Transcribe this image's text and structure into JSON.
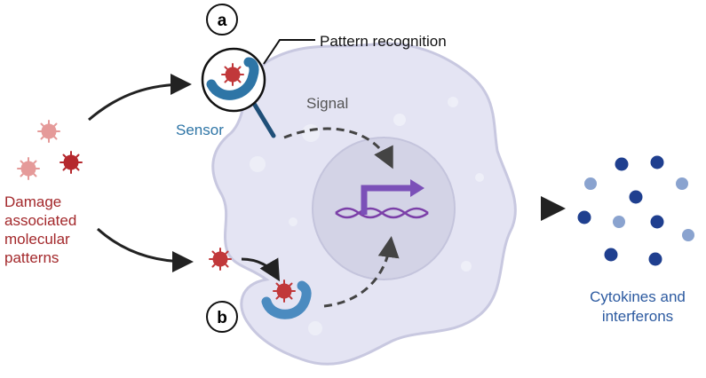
{
  "labels": {
    "a": "a",
    "b": "b",
    "pattern_recognition": "Pattern recognition",
    "signal": "Signal",
    "sensor": "Sensor",
    "damage": [
      "Damage",
      "associated",
      "molecular",
      "patterns"
    ],
    "cytokines": [
      "Cytokines and",
      "interferons"
    ]
  },
  "colors": {
    "damage_text": "#a3282b",
    "sensor_blue": "#2e75a6",
    "cell": "#e4e4f3",
    "nucleus": "#d3d3e6",
    "dna_purple": "#7b3fa8",
    "cytokine_dark": "#1f3f8f",
    "cytokine_light": "#8aa3cf",
    "cytokine_text": "#2c5aa0"
  }
}
